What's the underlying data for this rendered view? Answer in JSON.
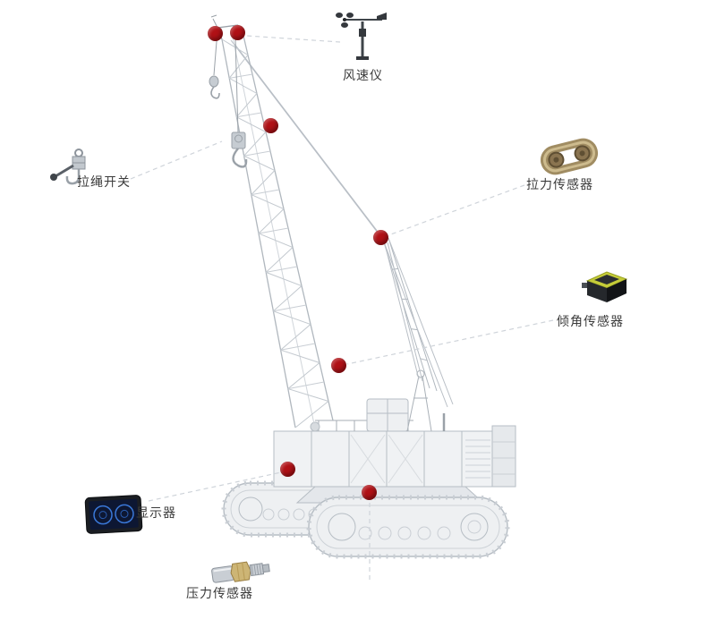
{
  "labels": {
    "anemometer": "风速仪",
    "pull_rope_switch": "拉绳开关",
    "tension_sensor": "拉力传感器",
    "tilt_sensor": "倾角传感器",
    "display": "显示器",
    "pressure_sensor": "压力传感器"
  },
  "markers": [
    {
      "id": "marker-boom-tip-hoist"
    },
    {
      "id": "marker-boom-tip"
    },
    {
      "id": "marker-boom-upper"
    },
    {
      "id": "marker-mast-pendant"
    },
    {
      "id": "marker-boom-lower"
    },
    {
      "id": "marker-superstructure"
    },
    {
      "id": "marker-undercarriage"
    }
  ],
  "icons": {
    "anemometer_image": "wind-speed-sensor",
    "pull_rope_switch_image": "rope-pull-switch",
    "tension_sensor_image": "load-link-sensor",
    "tilt_sensor_image": "inclination-sensor-box",
    "display_image": "monitor-tablet",
    "pressure_sensor_image": "pressure-transducer"
  },
  "colors": {
    "marker": "#b01116",
    "connector": "#cfd4da",
    "label_text": "#3b3b3b",
    "crane_line": "#b6bdc4",
    "background": "#ffffff"
  }
}
